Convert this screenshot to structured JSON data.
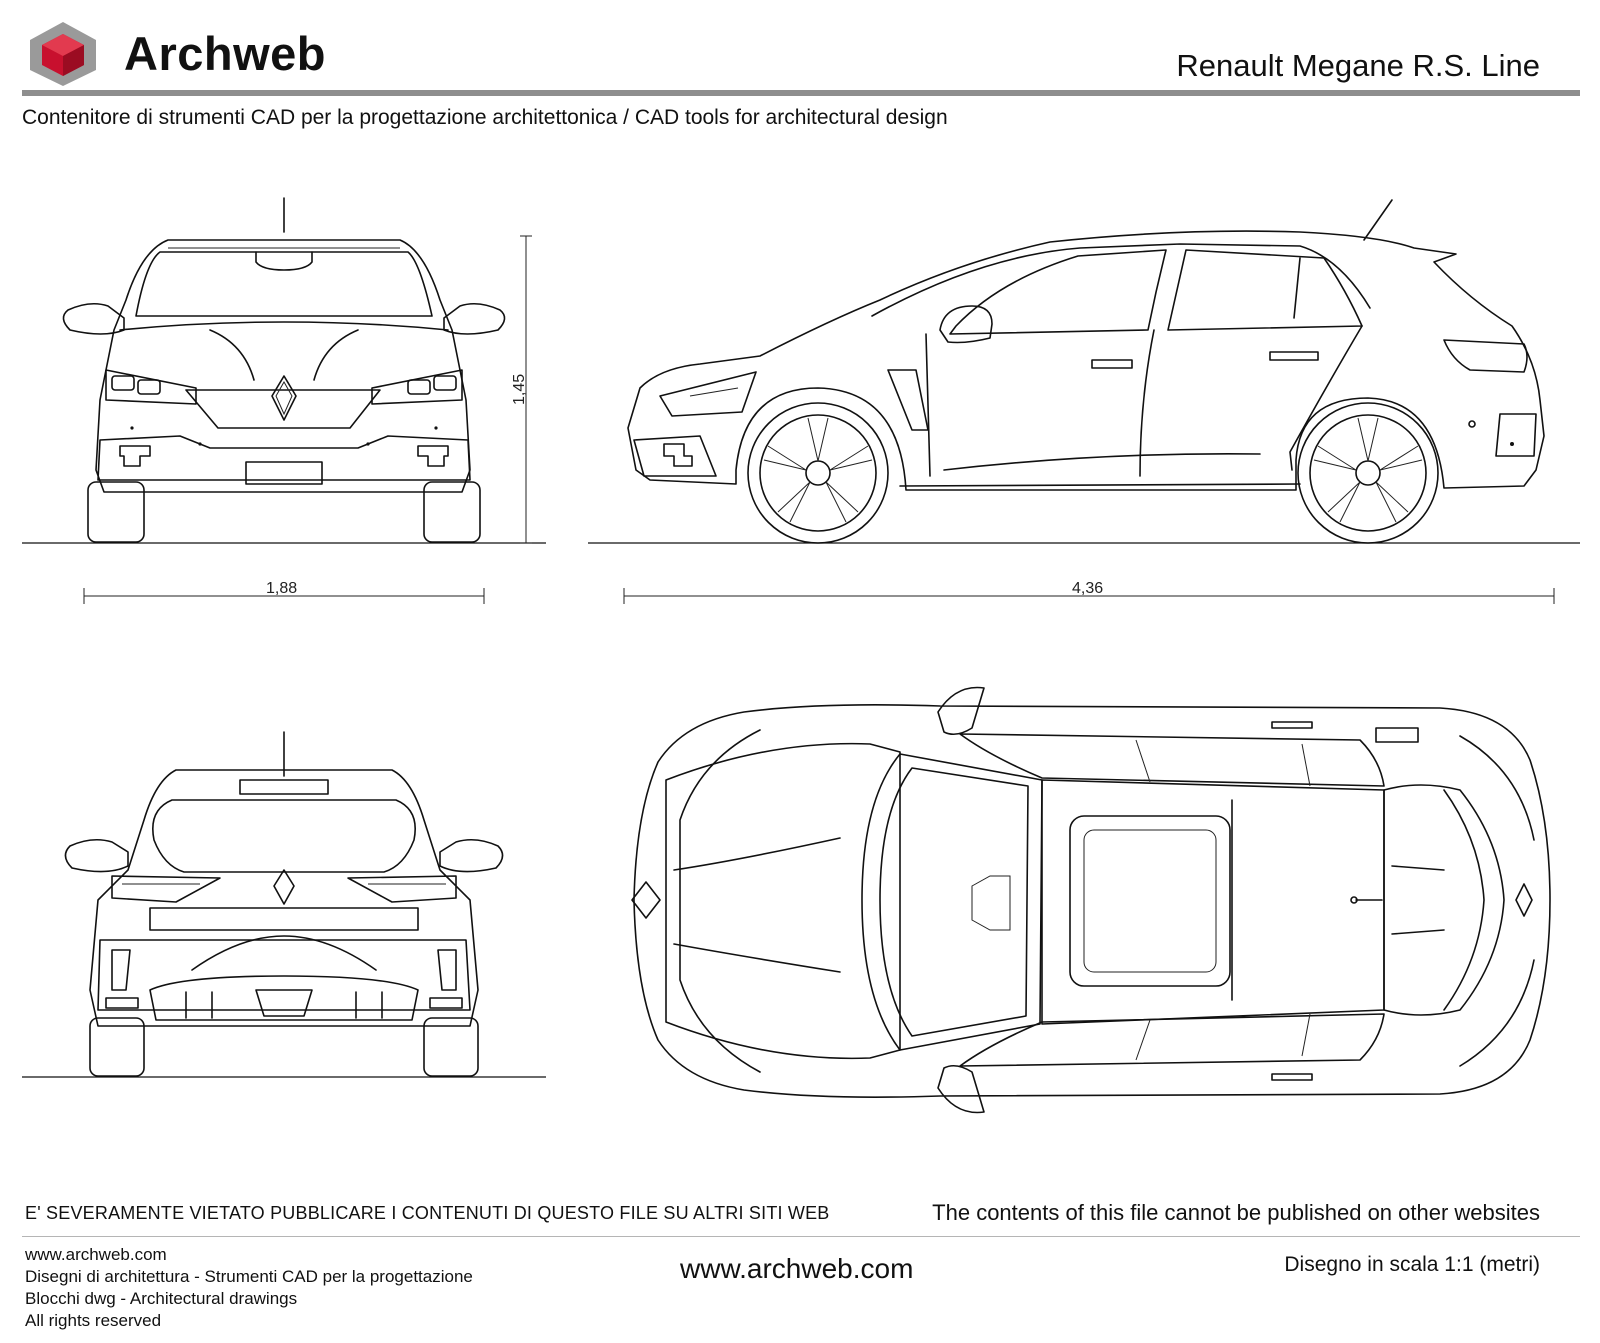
{
  "header": {
    "brand": "Archweb",
    "title": "Renault Megane R.S. Line",
    "tagline": "Contenitore di strumenti CAD per la progettazione architettonica  /  CAD tools for architectural design"
  },
  "dimensions": {
    "height": "1,45",
    "width": "1,88",
    "length": "4,36"
  },
  "footer": {
    "warning_it": "E' SEVERAMENTE VIETATO PUBBLICARE I CONTENUTI DI QUESTO FILE SU ALTRI SITI WEB",
    "warning_en": "The contents of this file cannot be published on other websites",
    "left_lines": [
      "www.archweb.com",
      "Disegni di architettura - Strumenti CAD  per la progettazione",
      "Blocchi dwg - Architectural drawings",
      "All rights reserved"
    ],
    "center": "www.archweb.com",
    "scale": "Disegno in scala 1:1 (metri)"
  },
  "colors": {
    "logo_red": "#c8102e",
    "logo_gray": "#9a9a9a",
    "rule": "#8e8e8e",
    "line": "#111111"
  }
}
